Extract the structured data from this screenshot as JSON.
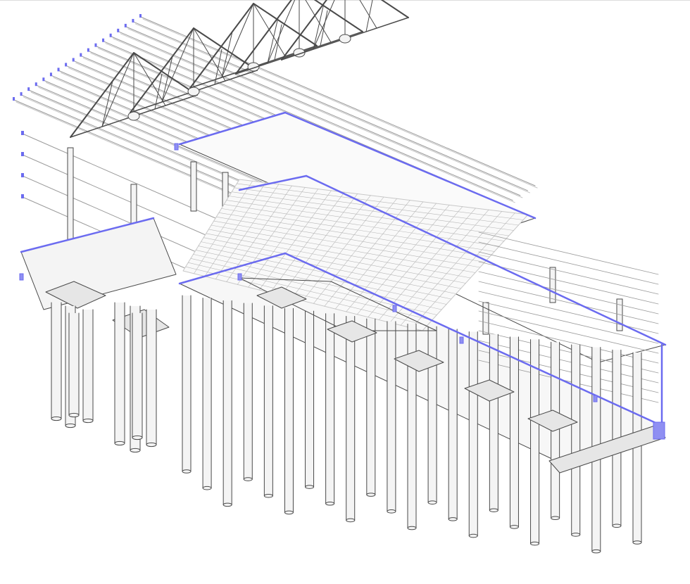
{
  "view": {
    "type": "axonometric-structural-model",
    "labels": []
  },
  "colors": {
    "background": "#ffffff",
    "line": "#4a4a4a",
    "light_line": "#9a9a9a",
    "fill": "#f4f4f4",
    "face": "#e6e6e6",
    "highlight": "#6b6bf0",
    "highlight_fill": "#8f8ff2"
  },
  "structure": {
    "left_piles": 8,
    "front_piles": 23,
    "roof_trusses": 5,
    "purlins": 18,
    "pile_caps": 6,
    "decking_rows": 14
  }
}
